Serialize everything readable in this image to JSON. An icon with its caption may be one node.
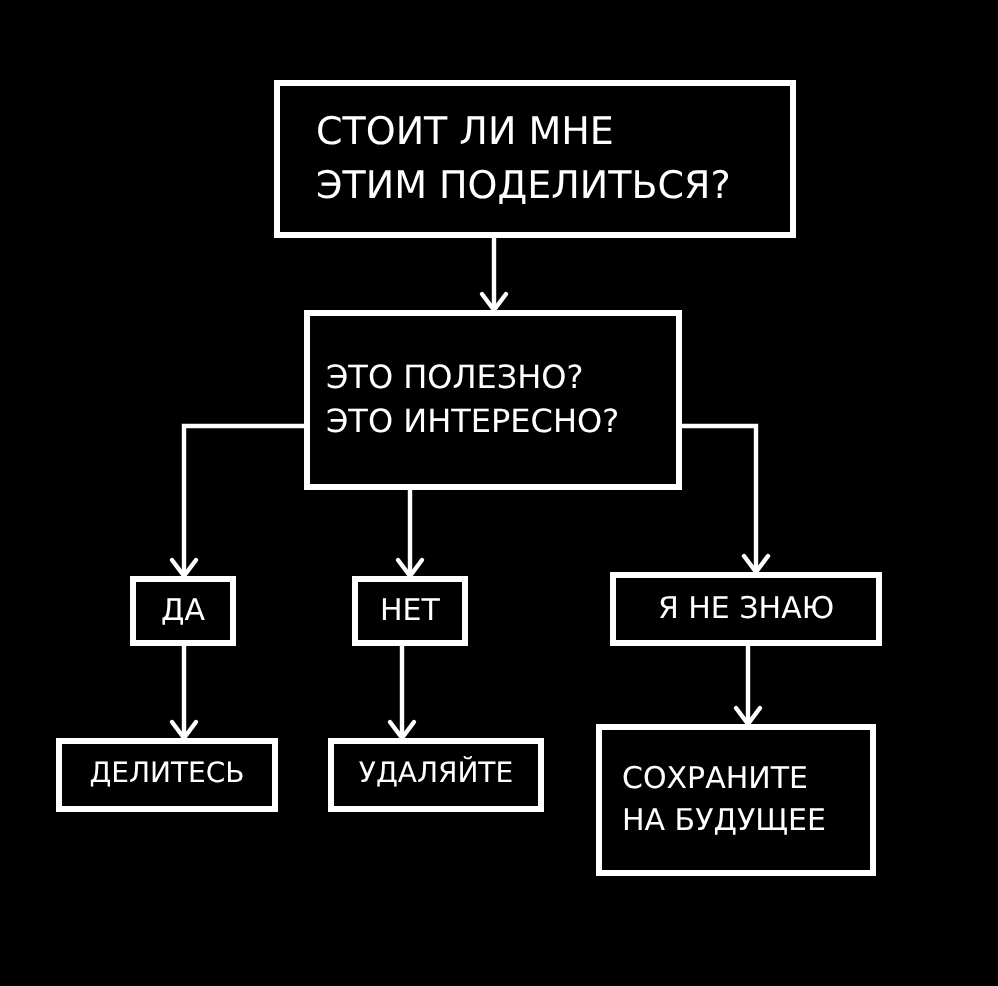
{
  "diagram": {
    "nodes": [
      {
        "text": [
          "СТОИТ ЛИ МНЕ ЭТИМ ПОДЕЛИТЬСЯ?"
        ]
      },
      {
        "text": [
          "ЭТО ПОЛЕЗНО? ЭТО ИНТЕРЕСНО?"
        ]
      },
      {
        "text": [
          "ДА"
        ]
      },
      {
        "text": [
          "НЕТ"
        ]
      },
      {
        "text": [
          "Я НЕ ЗНАЮ"
        ]
      },
      {
        "text": [
          "ДЕЛИТЕСЬ"
        ]
      },
      {
        "text": [
          "УДАЛЯЙТЕ"
        ]
      },
      {
        "text": [
          "СОХРАНИТЕ НА БУДУЩЕЕ"
        ]
      }
    ],
    "edges": [
      {
        "from": 0,
        "to": 1,
        "arrow": "to"
      },
      {
        "from": 1,
        "to": 2,
        "arrow": "to"
      },
      {
        "from": 1,
        "to": 3,
        "arrow": "to"
      },
      {
        "from": 1,
        "to": 4,
        "arrow": "to"
      },
      {
        "from": 2,
        "to": 5,
        "arrow": "to"
      },
      {
        "from": 3,
        "to": 6,
        "arrow": "to"
      },
      {
        "from": 4,
        "to": 7,
        "arrow": "to"
      }
    ]
  }
}
